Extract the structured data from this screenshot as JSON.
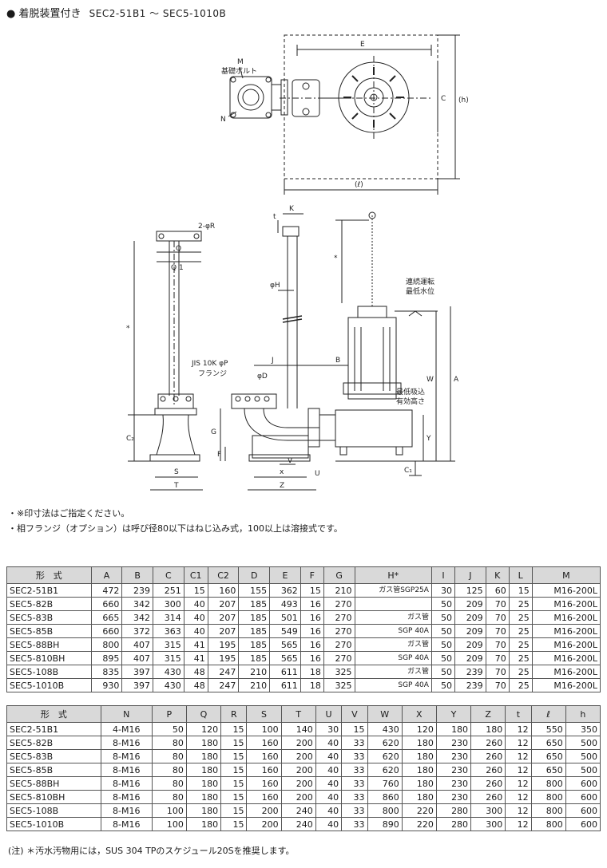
{
  "title": "● 着脱装置付き",
  "subtitle": "SEC2-51B1 ～ SEC5-1010B",
  "drawing_labels": {
    "m": "M",
    "bolt": "基礎ボルト",
    "n": "N",
    "e": "E",
    "c": "C",
    "h": "(h)",
    "l": "(ℓ)",
    "r": "2-φR",
    "q": "Q",
    "q1": "Q 1",
    "star": "*",
    "k": "K",
    "t": "t",
    "phi_h": "φH",
    "jis": "JIS 10K φP",
    "flange": "フランジ",
    "phi_d": "φD",
    "j": "J",
    "b": "B",
    "cont": "連続運転",
    "min_water": "最低水位",
    "w": "W",
    "a": "A",
    "min_suck": "最低吸込",
    "eff_height": "有効高さ",
    "y": "Y",
    "g": "G",
    "c2": "C₂",
    "f": "F",
    "s": "S",
    "t2": "T",
    "v": "V",
    "x": "x",
    "u": "U",
    "z": "Z",
    "c1": "C₁"
  },
  "notes": [
    "・※印寸法はご指定ください。",
    "・相フランジ（オプション）は呼び径80以下はねじ込み式，100以上は溶接式です。"
  ],
  "table1": {
    "headers": [
      "形　式",
      "A",
      "B",
      "C",
      "C1",
      "C2",
      "D",
      "E",
      "F",
      "G",
      "H*",
      "I",
      "J",
      "K",
      "L",
      "M"
    ],
    "rows": [
      [
        "SEC2-51B1",
        "472",
        "239",
        "251",
        "15",
        "160",
        "155",
        "362",
        "15",
        "210",
        "ガス管SGP25A",
        "30",
        "125",
        "60",
        "15",
        "M16-200L"
      ],
      [
        "SEC5-82B",
        "660",
        "342",
        "300",
        "40",
        "207",
        "185",
        "493",
        "16",
        "270",
        "",
        "50",
        "209",
        "70",
        "25",
        "M16-200L"
      ],
      [
        "SEC5-83B",
        "665",
        "342",
        "314",
        "40",
        "207",
        "185",
        "501",
        "16",
        "270",
        "ガス管",
        "50",
        "209",
        "70",
        "25",
        "M16-200L"
      ],
      [
        "SEC5-85B",
        "660",
        "372",
        "363",
        "40",
        "207",
        "185",
        "549",
        "16",
        "270",
        "SGP 40A",
        "50",
        "209",
        "70",
        "25",
        "M16-200L"
      ],
      [
        "SEC5-88BH",
        "800",
        "407",
        "315",
        "41",
        "195",
        "185",
        "565",
        "16",
        "270",
        "ガス管",
        "50",
        "209",
        "70",
        "25",
        "M16-200L"
      ],
      [
        "SEC5-810BH",
        "895",
        "407",
        "315",
        "41",
        "195",
        "185",
        "565",
        "16",
        "270",
        "SGP 40A",
        "50",
        "209",
        "70",
        "25",
        "M16-200L"
      ],
      [
        "SEC5-108B",
        "835",
        "397",
        "430",
        "48",
        "247",
        "210",
        "611",
        "18",
        "325",
        "ガス管",
        "50",
        "239",
        "70",
        "25",
        "M16-200L"
      ],
      [
        "SEC5-1010B",
        "930",
        "397",
        "430",
        "48",
        "247",
        "210",
        "611",
        "18",
        "325",
        "SGP 40A",
        "50",
        "239",
        "70",
        "25",
        "M16-200L"
      ]
    ]
  },
  "table2": {
    "headers": [
      "形　式",
      "N",
      "P",
      "Q",
      "R",
      "S",
      "T",
      "U",
      "V",
      "W",
      "X",
      "Y",
      "Z",
      "t",
      "ℓ",
      "h"
    ],
    "rows": [
      [
        "SEC2-51B1",
        "4-M16",
        "50",
        "120",
        "15",
        "100",
        "140",
        "30",
        "15",
        "430",
        "120",
        "180",
        "180",
        "12",
        "550",
        "350"
      ],
      [
        "SEC5-82B",
        "8-M16",
        "80",
        "180",
        "15",
        "160",
        "200",
        "40",
        "33",
        "620",
        "180",
        "230",
        "260",
        "12",
        "650",
        "500"
      ],
      [
        "SEC5-83B",
        "8-M16",
        "80",
        "180",
        "15",
        "160",
        "200",
        "40",
        "33",
        "620",
        "180",
        "230",
        "260",
        "12",
        "650",
        "500"
      ],
      [
        "SEC5-85B",
        "8-M16",
        "80",
        "180",
        "15",
        "160",
        "200",
        "40",
        "33",
        "620",
        "180",
        "230",
        "260",
        "12",
        "650",
        "500"
      ],
      [
        "SEC5-88BH",
        "8-M16",
        "80",
        "180",
        "15",
        "160",
        "200",
        "40",
        "33",
        "760",
        "180",
        "230",
        "260",
        "12",
        "800",
        "600"
      ],
      [
        "SEC5-810BH",
        "8-M16",
        "80",
        "180",
        "15",
        "160",
        "200",
        "40",
        "33",
        "860",
        "180",
        "230",
        "260",
        "12",
        "800",
        "600"
      ],
      [
        "SEC5-108B",
        "8-M16",
        "100",
        "180",
        "15",
        "200",
        "240",
        "40",
        "33",
        "800",
        "220",
        "280",
        "300",
        "12",
        "800",
        "600"
      ],
      [
        "SEC5-1010B",
        "8-M16",
        "100",
        "180",
        "15",
        "200",
        "240",
        "40",
        "33",
        "890",
        "220",
        "280",
        "300",
        "12",
        "800",
        "600"
      ]
    ]
  },
  "footnote": "(注) ＊汚水汚物用には，SUS 304 TPのスケジュール20Sを推奨します。"
}
